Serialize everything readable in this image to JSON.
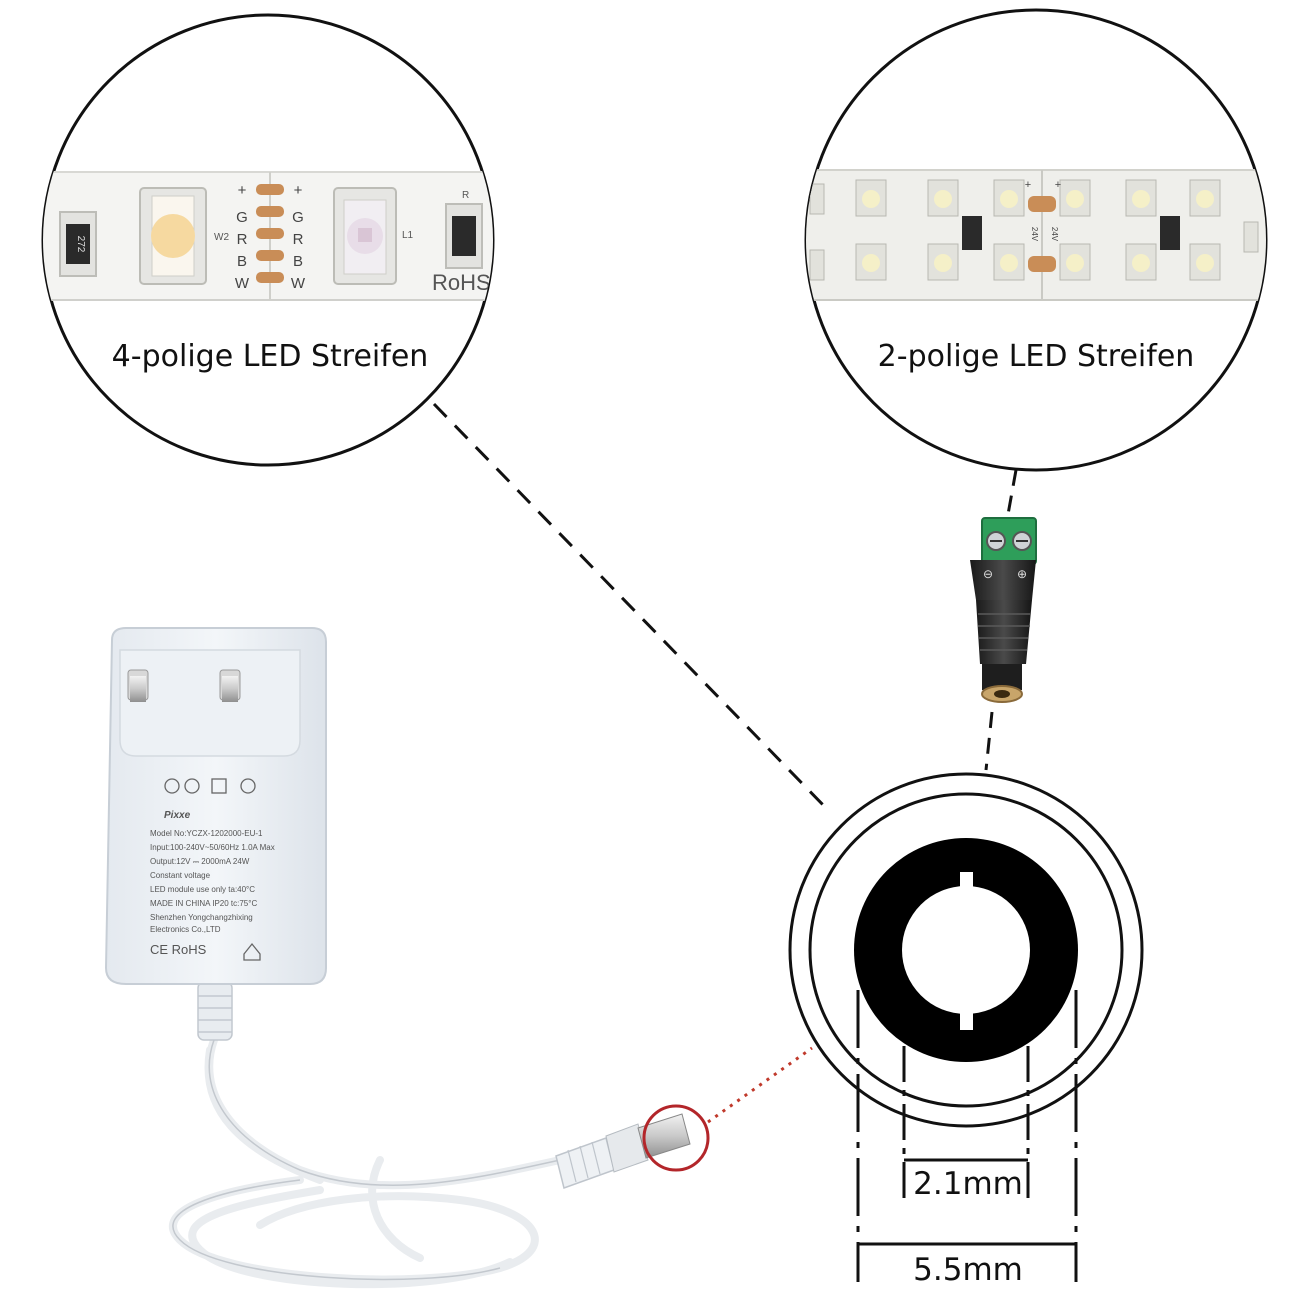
{
  "callouts": {
    "left_caption": "4-polige LED Streifen",
    "right_caption": "2-polige LED Streifen"
  },
  "strip_4pin": {
    "pad_labels_left": [
      "+",
      "G",
      "R",
      "B",
      "W"
    ],
    "pad_labels_right": [
      "+",
      "G",
      "R",
      "B",
      "W"
    ],
    "resistor_code": "272",
    "led_marks": [
      "W2",
      "L1"
    ],
    "corner_mark": "R",
    "rohs_text": "RoHS"
  },
  "strip_2pin": {
    "cut_marks": [
      "+",
      "+"
    ],
    "voltage_marks": [
      "24V",
      "24V"
    ]
  },
  "adapter": {
    "brand": "Pixxe",
    "label_lines": [
      "Model No:YCZX-1202000-EU-1",
      "Input:100-240V~50/60Hz 1.0A Max",
      "Output:12V ⎓ 2000mA  24W",
      "Constant voltage",
      "LED module use only  ta:40°C",
      "MADE IN CHINA  IP20  tc:75°C",
      "Shenzhen Yongchangzhixing",
      "Electronics Co.,LTD"
    ],
    "cert_marks": "CE RoHS"
  },
  "terminal_adapter": {
    "terminal_marks": [
      "⊖",
      "⊕"
    ]
  },
  "dimensions": {
    "inner": "2.1mm",
    "outer": "5.5mm"
  },
  "colors": {
    "terminal_green": "#2e9e5a",
    "dotted_red": "#c0392b",
    "circle_red": "#b3262a",
    "led_warm": "#f6d9a0"
  }
}
